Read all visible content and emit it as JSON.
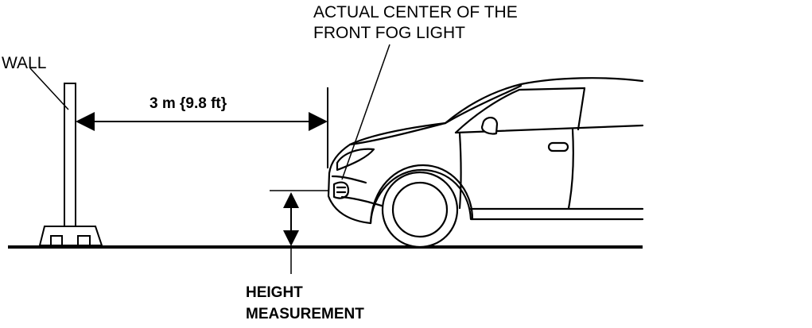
{
  "labels": {
    "wall": "WALL",
    "distance": "3 m {9.8 ft}",
    "fog_light_line1": "ACTUAL CENTER OF THE",
    "fog_light_line2": "FRONT FOG LIGHT",
    "height_line1": "HEIGHT",
    "height_line2": "MEASUREMENT"
  },
  "colors": {
    "ink": "#000000",
    "background": "#ffffff"
  }
}
